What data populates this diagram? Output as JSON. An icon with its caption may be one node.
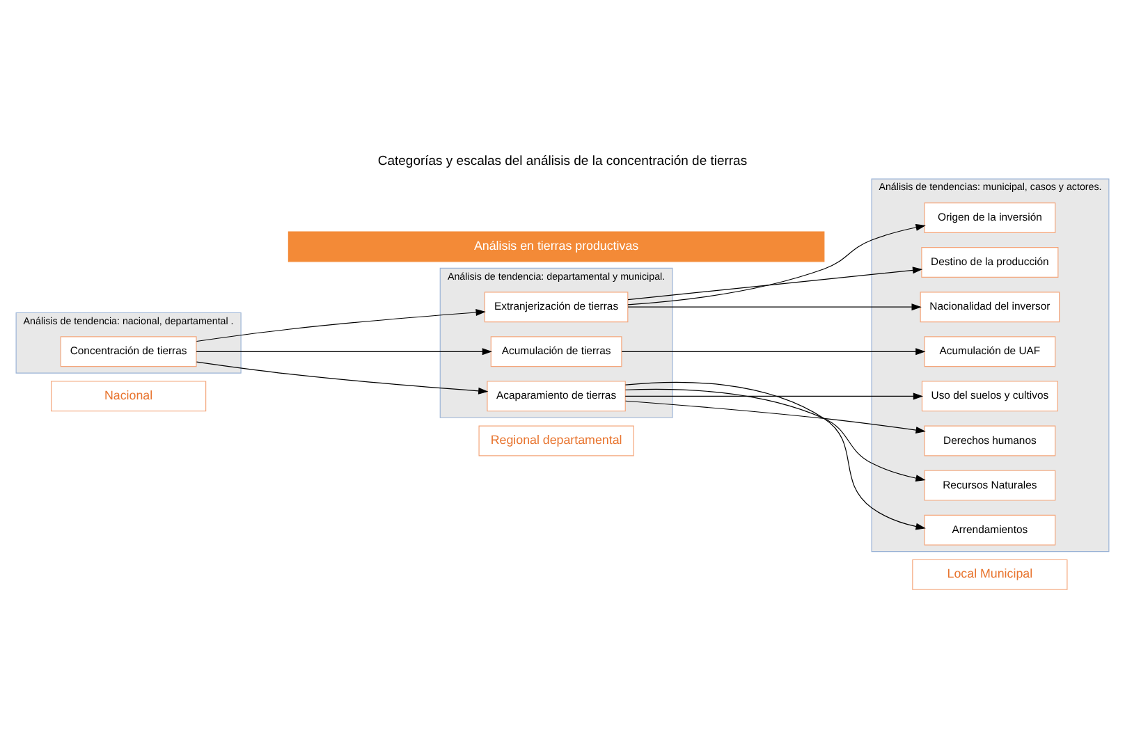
{
  "diagram": {
    "title": "Categorías y escalas del análisis de la concentración de tierras",
    "nodes": [
      {
        "text": [
          "Nacional"
        ]
      },
      {
        "text": [
          "Regional departamental"
        ]
      },
      {
        "text": [
          "Local Municipal"
        ]
      },
      {
        "text": [
          "Análisis de tendencia: nacional, departamental ."
        ]
      },
      {
        "text": [
          "Concentración de tierras"
        ],
        "in": 3
      },
      {
        "text": [
          "Análisis de tendencia: departamental y municipal."
        ]
      },
      {
        "text": [
          "Extranjerización de tierras"
        ],
        "in": 5
      },
      {
        "text": [
          "Acumulación de tierras"
        ],
        "in": 5
      },
      {
        "text": [
          "Acaparamiento de tierras"
        ],
        "in": 5
      },
      {
        "text": [
          "Análisis de tendencias: municipal, casos y actores."
        ]
      },
      {
        "text": [
          "Origen de la inversión"
        ],
        "in": 9
      },
      {
        "text": [
          "Destino de la producción"
        ],
        "in": 9
      },
      {
        "text": [
          "Nacionalidad del inversor"
        ],
        "in": 9
      },
      {
        "text": [
          "Acumulación de UAF"
        ],
        "in": 9
      },
      {
        "text": [
          "Uso del suelos y cultivos"
        ],
        "in": 9
      },
      {
        "text": [
          "Derechos humanos"
        ],
        "in": 9
      },
      {
        "text": [
          "Recursos Naturales"
        ],
        "in": 9
      },
      {
        "text": [
          "Arrendamientos"
        ],
        "in": 9
      },
      {
        "text": [
          "Análisis en tierras productivas"
        ]
      }
    ],
    "edges": [
      {
        "from": 4,
        "to": 6,
        "arrow": "to"
      },
      {
        "from": 4,
        "to": 7,
        "arrow": "to"
      },
      {
        "from": 4,
        "to": 8,
        "arrow": "to"
      },
      {
        "from": 6,
        "to": 10,
        "arrow": "to"
      },
      {
        "from": 6,
        "to": 11,
        "arrow": "to"
      },
      {
        "from": 6,
        "to": 12,
        "arrow": "to"
      },
      {
        "from": 7,
        "to": 13,
        "arrow": "to"
      },
      {
        "from": 8,
        "to": 14,
        "arrow": "to"
      },
      {
        "from": 8,
        "to": 15,
        "arrow": "to"
      },
      {
        "from": 8,
        "to": 16,
        "arrow": "to"
      },
      {
        "from": 8,
        "to": 17,
        "arrow": "to"
      }
    ]
  }
}
